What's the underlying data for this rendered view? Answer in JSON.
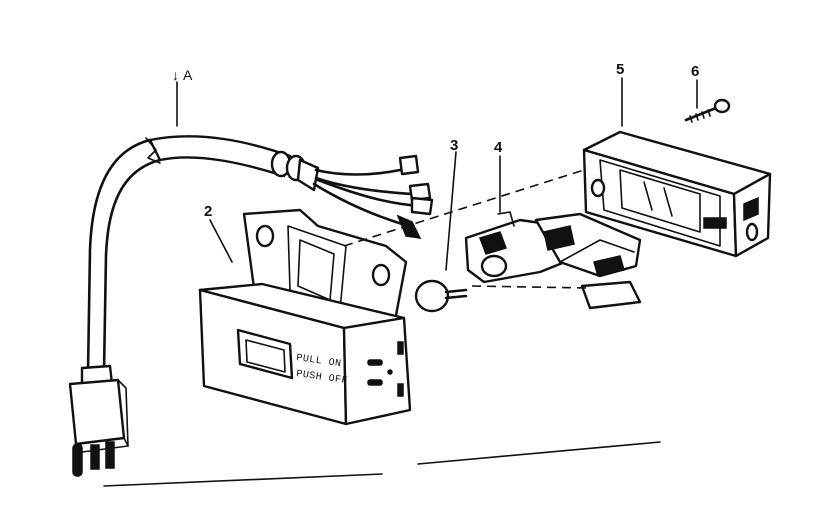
{
  "callouts": {
    "ref_a": "A",
    "part_2": "2",
    "part_3": "3",
    "part_4": "4",
    "part_5": "5",
    "part_6": "6"
  },
  "switch_labels": {
    "line1": "PULL ON",
    "line2": "PUSH OFF"
  }
}
